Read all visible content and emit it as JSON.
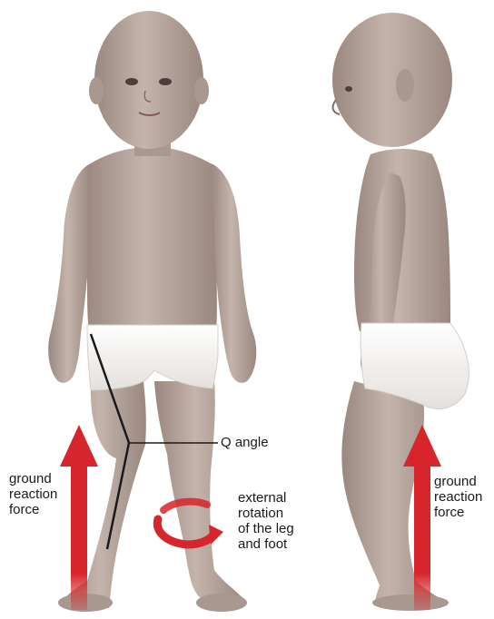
{
  "labels": {
    "ground_reaction_force_left": "ground\nreaction\nforce",
    "ground_reaction_force_right": "ground\nreaction\nforce",
    "q_angle": "Q angle",
    "external_rotation": "external\nrotation\nof the leg\nand foot"
  },
  "colors": {
    "skin": "#b9a89f",
    "skin_shadow": "#8e7d75",
    "underwear": "#f4f2f0",
    "arrow": "#d6262b",
    "line": "#1a1a1a"
  }
}
